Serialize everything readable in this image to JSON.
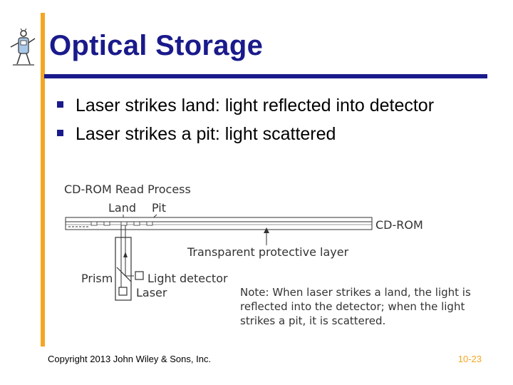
{
  "slide": {
    "title": "Optical Storage",
    "bullets": [
      "Laser strikes land:  light reflected into detector",
      "Laser strikes a pit:  light scattered"
    ],
    "footer": "Copyright 2013 John Wiley & Sons, Inc.",
    "page_number": "10-23",
    "colors": {
      "accent_bar": "#f5a623",
      "rule": "#1a1a8c",
      "title": "#1a1a8c",
      "page_number": "#f5a623"
    }
  },
  "figure": {
    "caption": "CD-ROM Read Process",
    "land_label": "Land",
    "pit_label": "Pit",
    "cdrom_label": "CD-ROM",
    "layer_label": "Transparent protective layer",
    "prism_label": "Prism",
    "detector_label": "Light detector",
    "laser_label": "Laser",
    "note_lines": [
      "Note: When laser strikes a land, the light is",
      "reflected into the detector; when the light",
      "strikes a pit, it is scattered."
    ]
  }
}
